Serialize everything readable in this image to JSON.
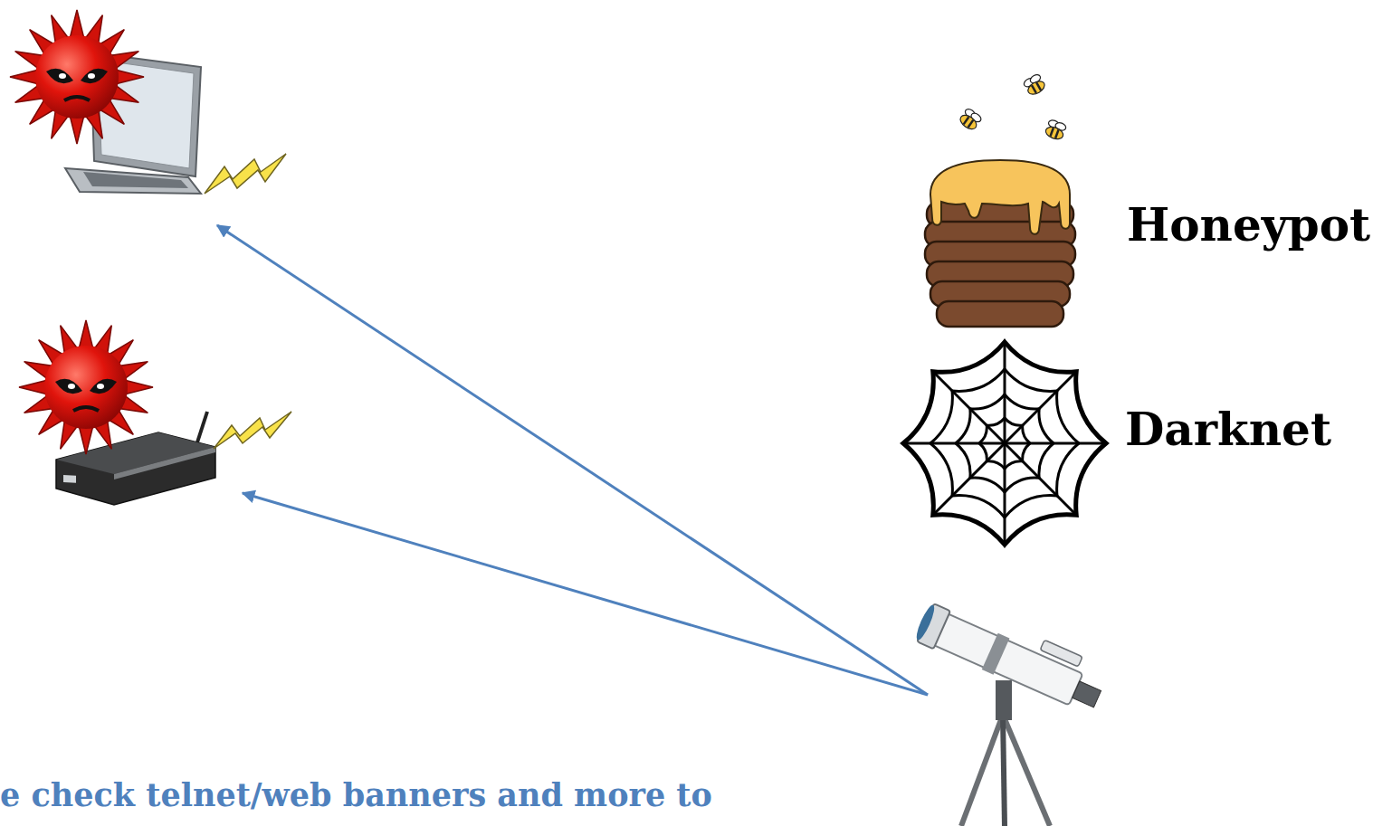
{
  "diagram": {
    "nodes": [
      {
        "text": [
          "Honeypot"
        ]
      },
      {
        "text": [
          "Darknet"
        ]
      }
    ],
    "labels": [
      "e check telnet/web banners and more to"
    ]
  }
}
